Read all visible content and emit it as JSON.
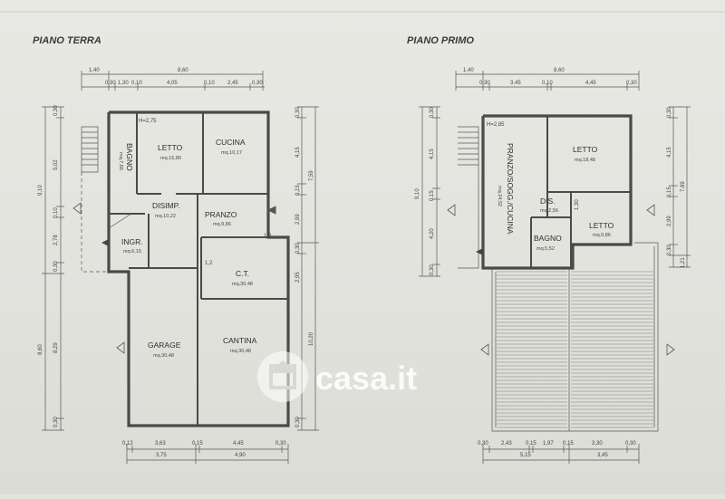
{
  "watermark": "casa.it",
  "ground_floor": {
    "title": "PIANO TERRA",
    "height": "H=2,75",
    "rooms": [
      {
        "name": "LETTO",
        "area": "mq.16,80"
      },
      {
        "name": "CUCINA",
        "area": "mq.10,17"
      },
      {
        "name": "BAGNO",
        "area": "mq.7,66"
      },
      {
        "name": "DISIMP.",
        "area": "mq.10,22"
      },
      {
        "name": "PRANZO",
        "area": "mq.9,86"
      },
      {
        "name": "INGR.",
        "area": "mq.6,15"
      },
      {
        "name": "C.T.",
        "area": "mq.30,48"
      },
      {
        "name": "GARAGE",
        "area": "mq.30,48"
      },
      {
        "name": "CANTINA",
        "area": "mq.30,48"
      }
    ],
    "dims_top_total": "8,60",
    "dims_top_left": "1,40",
    "dims_top_parts": [
      "0,30",
      "1,30",
      "0,10",
      "4,05",
      "0,10",
      "2,45",
      "0,30"
    ],
    "dims_bottom_parts": [
      "0,12",
      "3,63",
      "0,15",
      "4,45",
      "0,30"
    ],
    "dims_bottom_totals": [
      "3,75",
      "4,90"
    ],
    "dims_left_total": [
      "9,10",
      "8,60"
    ],
    "dims_left_parts": [
      "0,30",
      "5,02",
      "0,10",
      "2,78",
      "0,30",
      "8,29",
      "0,30"
    ],
    "dims_right_parts": [
      "0,30",
      "4,15",
      "0,15",
      "2,99",
      "0,30",
      "2,95",
      "0,30"
    ],
    "dims_right_total": [
      "7,59",
      "10,20"
    ],
    "level_labels": [
      "1,2",
      "1,2"
    ]
  },
  "first_floor": {
    "title": "PIANO PRIMO",
    "height": "H=2,85",
    "rooms": [
      {
        "name": "PRANZO/SOGG./CUCINA",
        "area": "mq.24,52"
      },
      {
        "name": "LETTO",
        "area": "mq.18,48"
      },
      {
        "name": "DIS.",
        "area": "mq.2,56"
      },
      {
        "name": "LETTO",
        "area": "mq.9,86"
      },
      {
        "name": "BAGNO",
        "area": "mq.5,52"
      }
    ],
    "dims_top_total": "8,60",
    "dims_top_left": "1,40",
    "dims_top_parts": [
      "0,30",
      "3,45",
      "0,10",
      "4,45",
      "0,30"
    ],
    "dims_bottom_parts": [
      "0,30",
      "2,43",
      "0,15",
      "1,97",
      "0,15",
      "3,30",
      "0,30"
    ],
    "dims_bottom_totals": [
      "5,15",
      "3,45"
    ],
    "dims_left": [
      "9,10",
      "0,30",
      "4,15",
      "0,15",
      "4,20",
      "0,30"
    ],
    "dims_right": [
      "0,30",
      "4,15",
      "0,15",
      "2,99",
      "0,30",
      "1,21",
      "7,89"
    ],
    "inner_dim": "1,30"
  }
}
